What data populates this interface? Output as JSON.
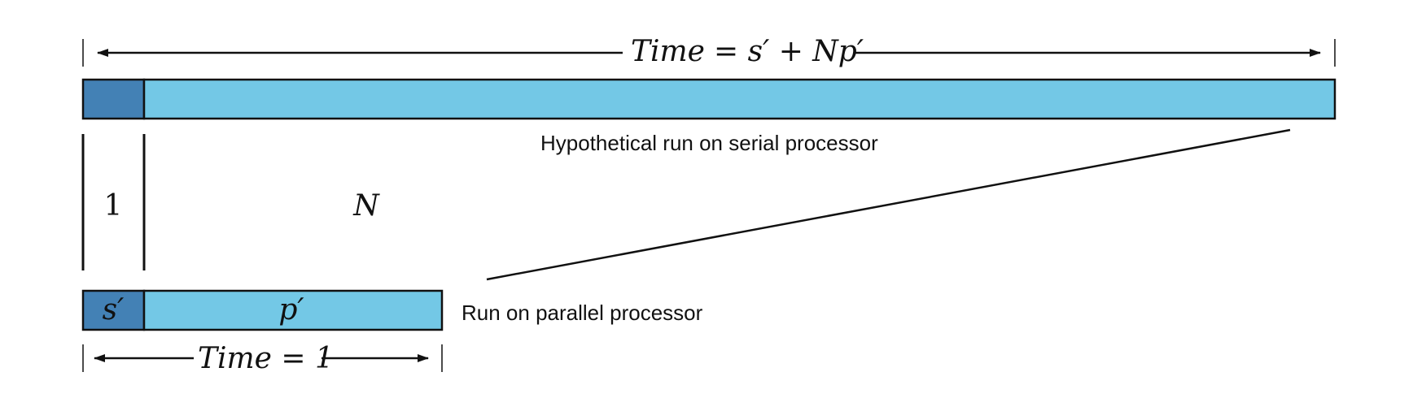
{
  "colors": {
    "serial_fraction": "#4381b5",
    "parallel_fraction": "#73c8e6",
    "stroke": "#111111"
  },
  "top_time_label": "Time",
  "top_time_formula": "= s′ + Np′",
  "serial_run_label": "Hypothetical run on serial processor",
  "count_one": "1",
  "count_n": "N",
  "s_label": "s′",
  "p_label": "p′",
  "parallel_run_label": "Run on parallel processor",
  "bottom_time_label": "Time = 1"
}
